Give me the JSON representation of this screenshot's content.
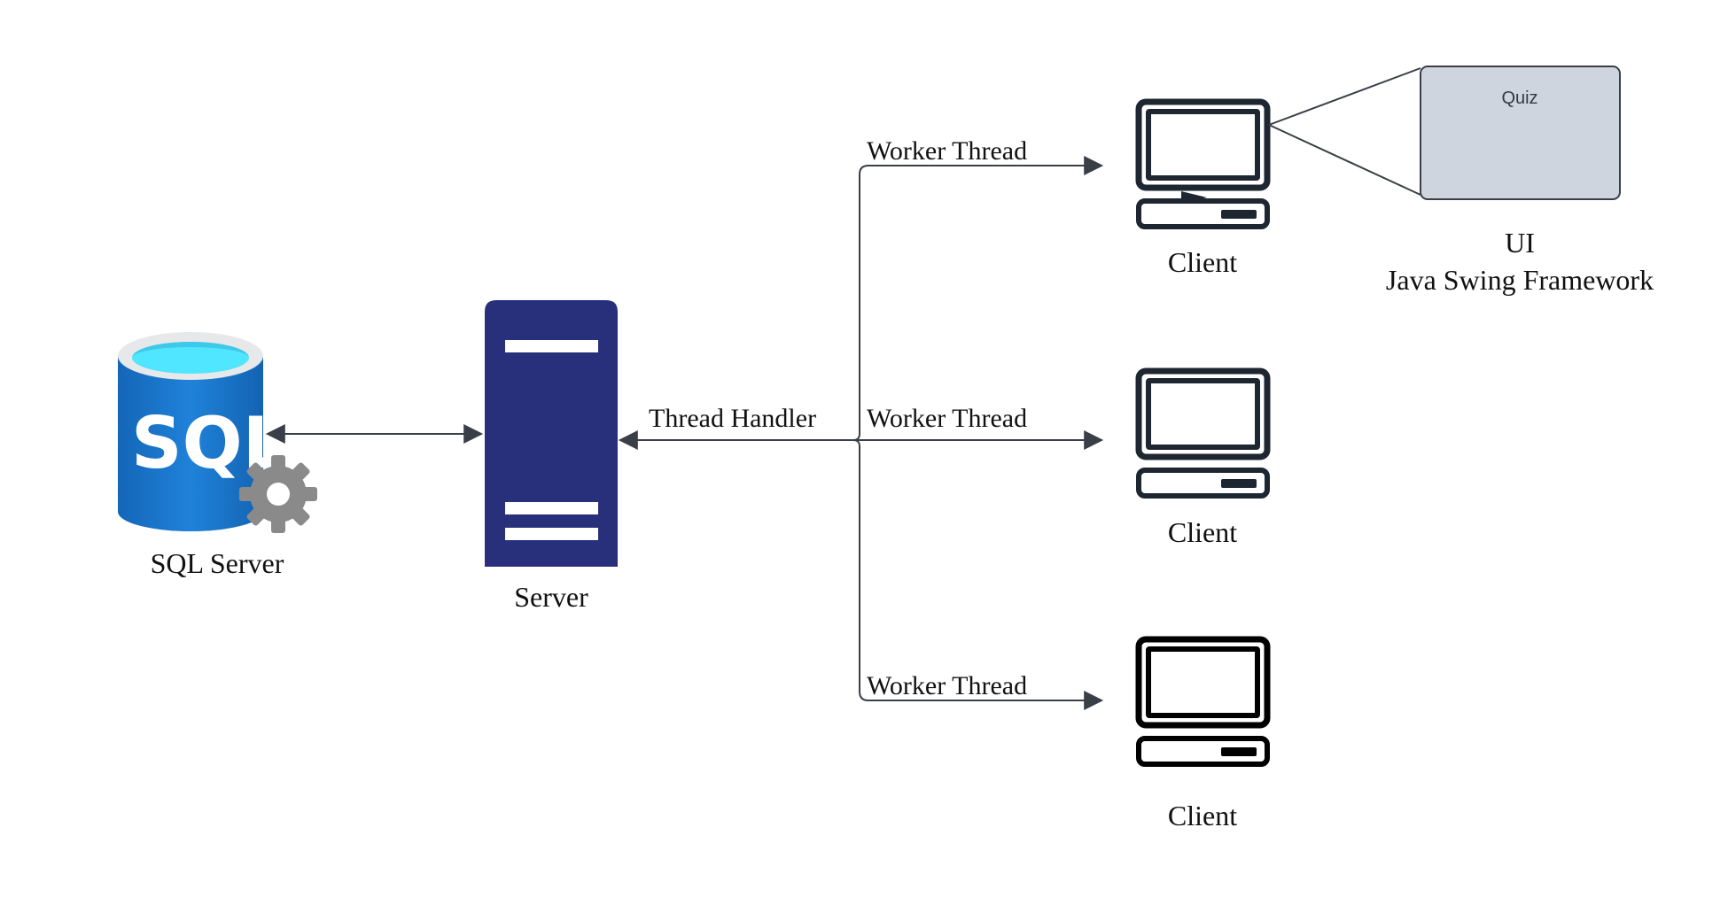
{
  "nodes": {
    "sql_server": {
      "label": "SQL Server",
      "icon_text": "SQL",
      "icon": "sql-database-icon"
    },
    "server": {
      "label": "Server",
      "icon": "server-tower-icon"
    },
    "clients": [
      {
        "label": "Client",
        "icon": "desktop-computer-icon"
      },
      {
        "label": "Client",
        "icon": "desktop-computer-icon"
      },
      {
        "label": "Client",
        "icon": "desktop-computer-icon"
      }
    ],
    "ui_box": {
      "title": "Quiz",
      "caption_line1": "UI",
      "caption_line2": "Java Swing Framework"
    }
  },
  "edges": {
    "thread_handler": "Thread Handler",
    "worker_threads": [
      "Worker Thread",
      "Worker Thread",
      "Worker Thread"
    ]
  },
  "colors": {
    "server_navy": "#28307c",
    "sql_blue": "#1a73c8",
    "sql_cyan": "#50e6ff",
    "gear_gray": "#8a8a8a",
    "line_dark": "#3a3f47",
    "monitor_dark": "#1e2632",
    "ui_box_fill": "#cfd5de"
  }
}
